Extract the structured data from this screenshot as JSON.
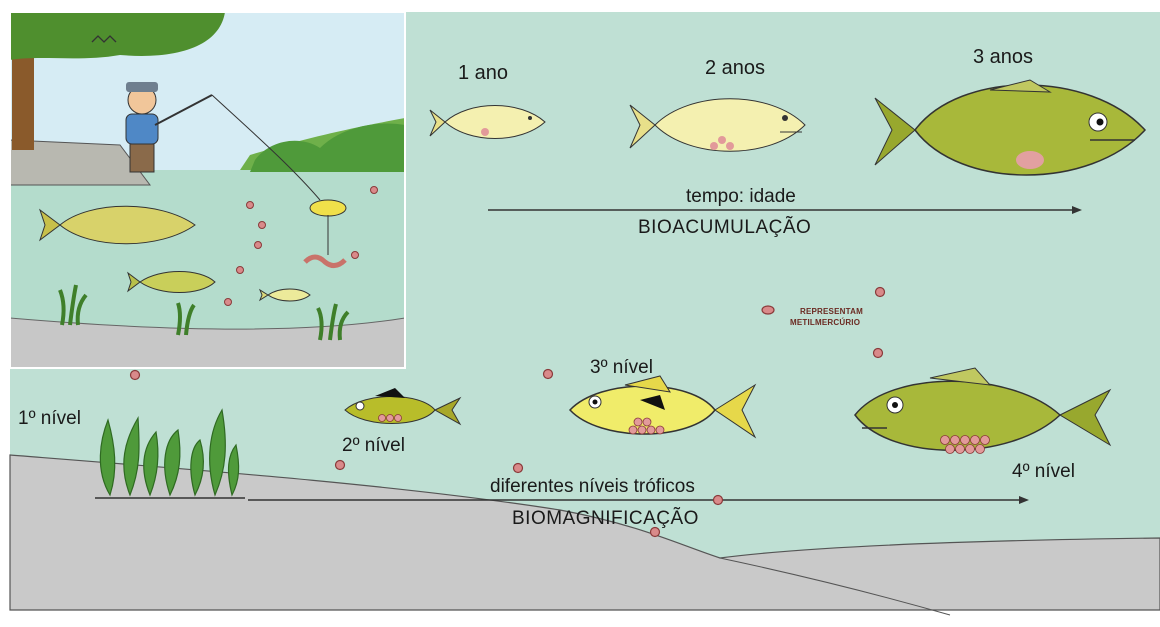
{
  "bioaccumulation": {
    "ages": [
      {
        "label": "1 ano"
      },
      {
        "label": "2 anos"
      },
      {
        "label": "3 anos"
      }
    ],
    "axis_label": "tempo: idade",
    "caption": "BIOACUMULAÇÃO"
  },
  "biomagnification": {
    "levels": [
      {
        "label": "1º nível"
      },
      {
        "label": "2º nível"
      },
      {
        "label": "3º nível"
      },
      {
        "label": "4º nível"
      }
    ],
    "axis_label": "diferentes níveis tróficos",
    "caption": "BIOMAGNIFICAÇÃO"
  },
  "legend": {
    "line1": "REPRESENTAM",
    "line2": "METILMERCÚRIO"
  },
  "colors": {
    "water": "#bfe0d4",
    "sky": "#d6ecf4",
    "ground": "#c9c9c9",
    "fish_light": "#f4f0b0",
    "fish_olive": "#a8b83a",
    "fish_yellow": "#f0ec6a",
    "plant": "#4f9a3a",
    "mercury_dot": "#d98a8a"
  }
}
